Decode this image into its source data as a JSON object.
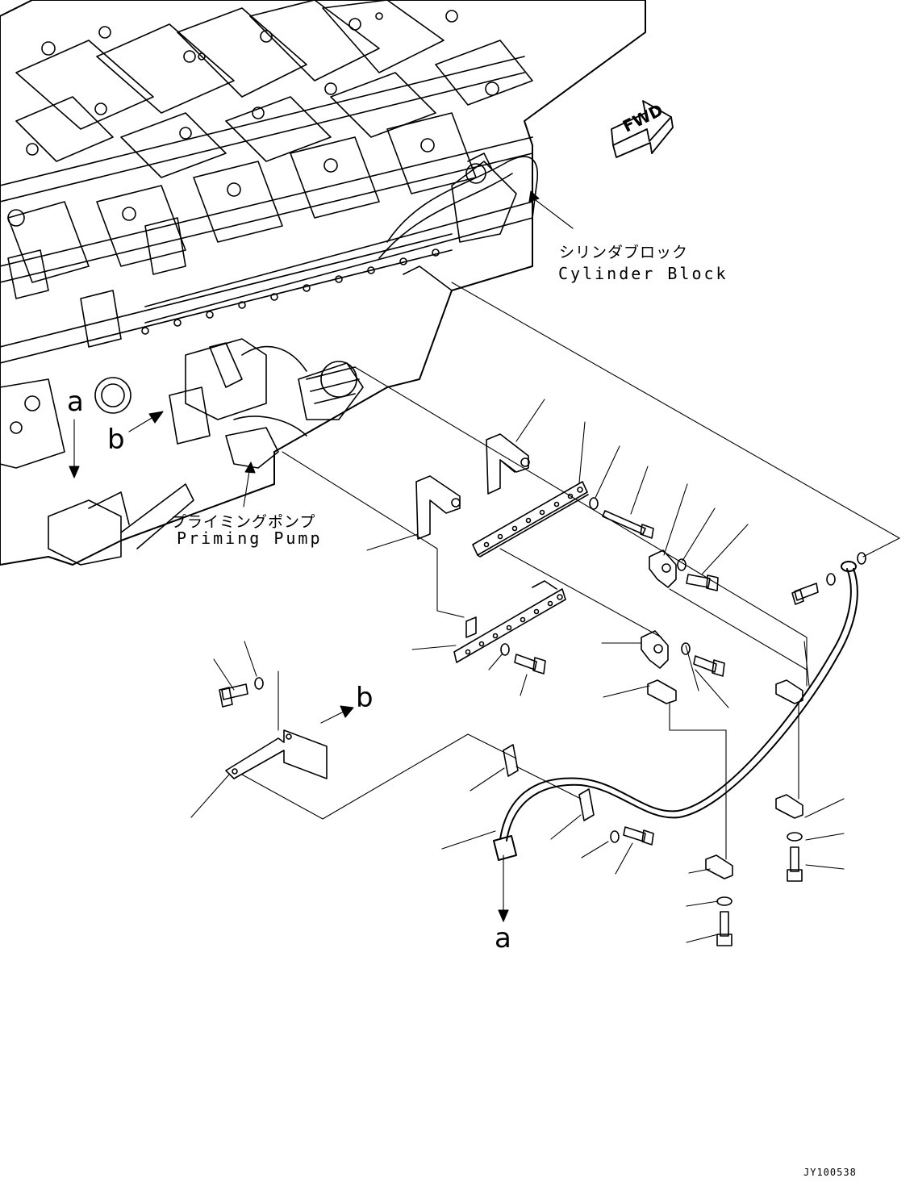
{
  "labels": {
    "cylinder_block_jp": "シリンダブロック",
    "cylinder_block_en": "Cylinder Block",
    "priming_pump_jp": "プライミングポンプ",
    "priming_pump_en": "Priming Pump",
    "fwd": "FWD",
    "ref_a_top": "a",
    "ref_b_left": "b",
    "ref_b_bracket": "b",
    "ref_a_bottom": "a",
    "drawing_code": "JY100538"
  },
  "colors": {
    "line": "#000000",
    "background": "#ffffff"
  }
}
